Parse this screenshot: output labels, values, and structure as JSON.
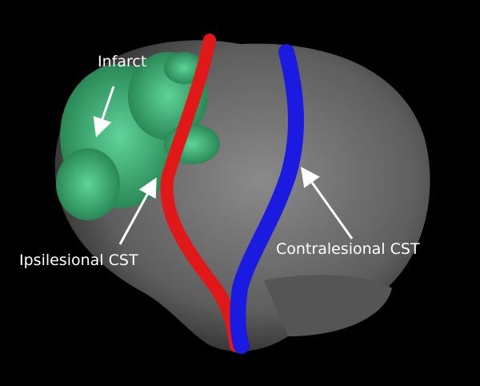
{
  "labels": {
    "infarct": "Infarct",
    "ipsilesional": "Ipsilesional CST",
    "contralesional": "Contralesional CST"
  },
  "colors": {
    "background": "#000000",
    "brain": "#6e6e6e",
    "infarct": "#2fae6a",
    "ipsilesional_tract": "#e01818",
    "contralesional_tract": "#1a1ae0",
    "annotation": "#ffffff"
  }
}
